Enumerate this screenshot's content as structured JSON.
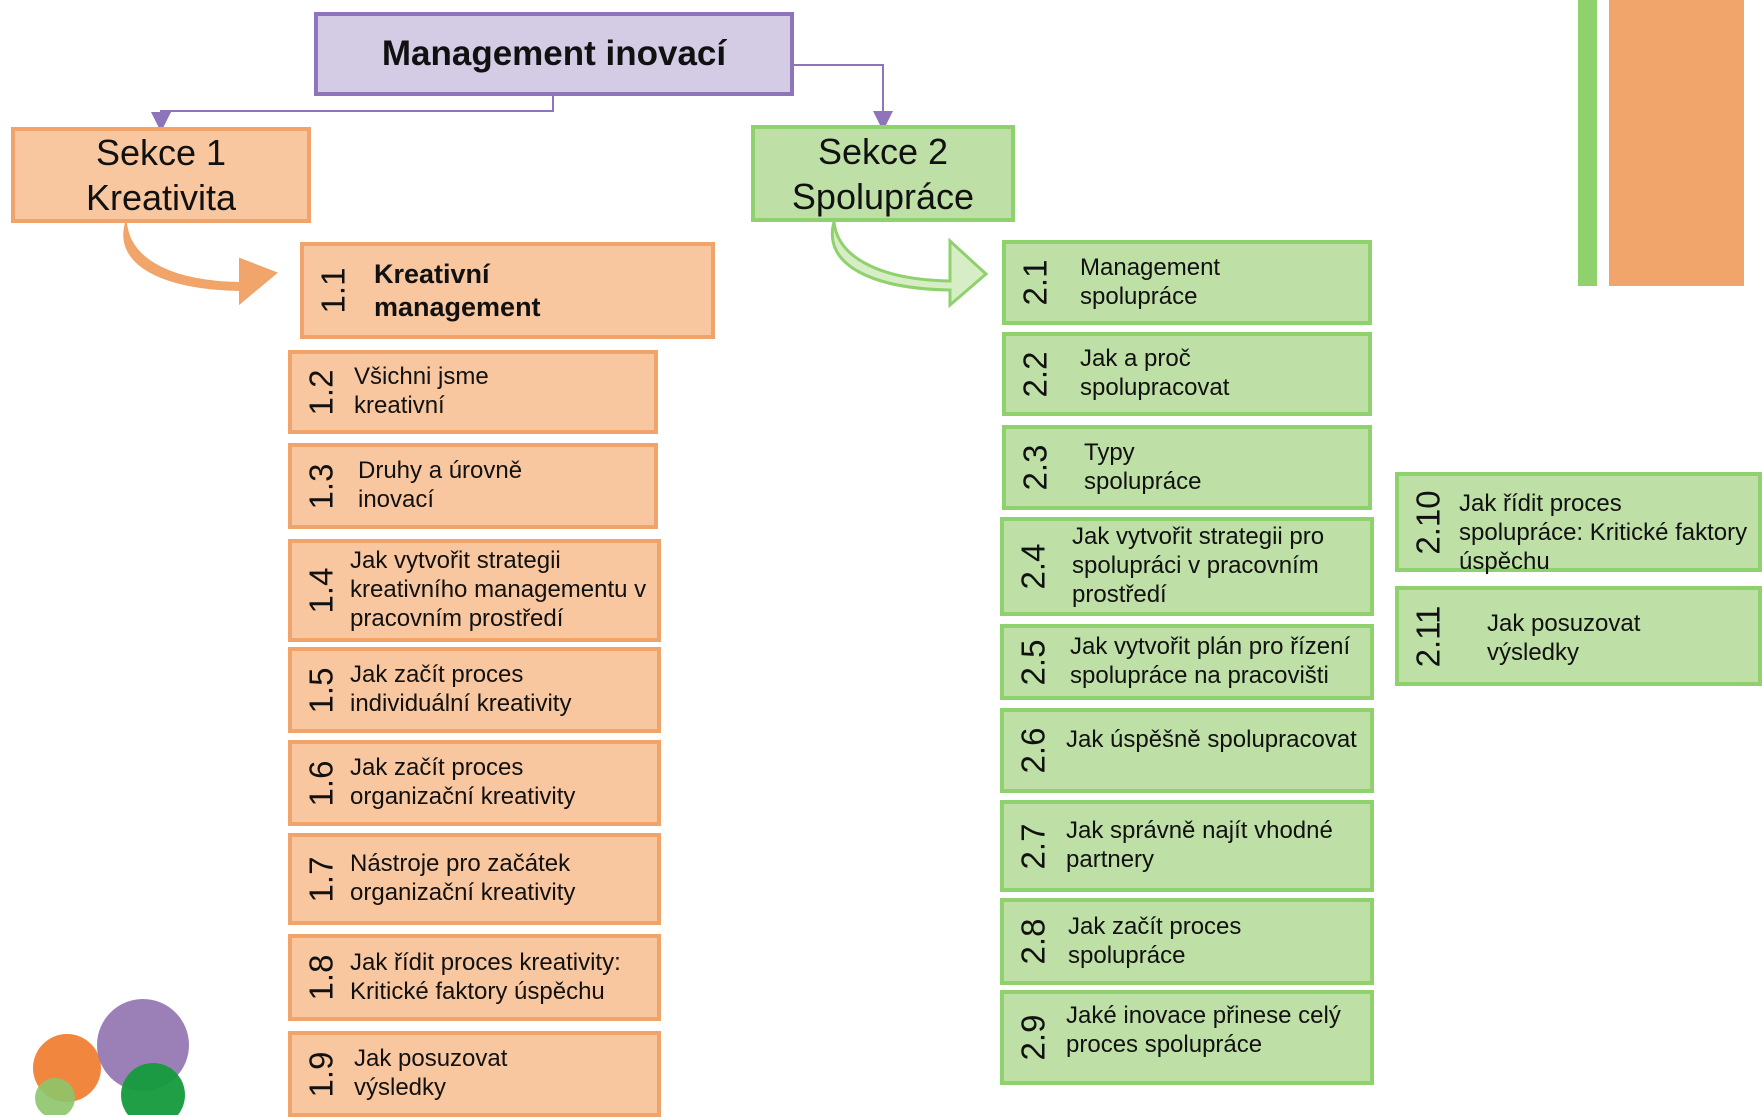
{
  "title": "Management inovací",
  "sections": [
    {
      "title_line1": "Sekce 1",
      "title_line2": "Kreativita",
      "items": [
        {
          "num": "1.1",
          "label": "Kreativní management"
        },
        {
          "num": "1.2",
          "label": "Všichni jsme kreativní"
        },
        {
          "num": "1.3",
          "label": "Druhy a úrovně inovací"
        },
        {
          "num": "1.4",
          "label": "Jak vytvořit strategii kreativního managementu v pracovním prostředí"
        },
        {
          "num": "1.5",
          "label": "Jak začít proces individuální kreativity"
        },
        {
          "num": "1.6",
          "label": "Jak začít proces organizační kreativity"
        },
        {
          "num": "1.7",
          "label": "Nástroje pro začátek organizační kreativity"
        },
        {
          "num": "1.8",
          "label": "Jak řídit proces kreativity: Kritické faktory úspěchu"
        },
        {
          "num": "1.9",
          "label": "Jak posuzovat výsledky"
        }
      ]
    },
    {
      "title_line1": "Sekce 2",
      "title_line2": "Spolupráce",
      "items": [
        {
          "num": "2.1",
          "label": "Management spolupráce"
        },
        {
          "num": "2.2",
          "label": "Jak a proč spolupracovat"
        },
        {
          "num": "2.3",
          "label": "Typy spolupráce"
        },
        {
          "num": "2.4",
          "label": "Jak vytvořit strategii pro spolupráci v pracovním prostředí"
        },
        {
          "num": "2.5",
          "label": "Jak vytvořit plán pro řízení spolupráce na pracovišti"
        },
        {
          "num": "2.6",
          "label": "Jak úspěšně spolupracovat"
        },
        {
          "num": "2.7",
          "label": "Jak správně najít vhodné partnery"
        },
        {
          "num": "2.8",
          "label": "Jak začít proces spolupráce"
        },
        {
          "num": "2.9",
          "label": "Jaké inovace přinese celý proces spolupráce"
        },
        {
          "num": "2.10",
          "label": "Jak řídit proces spolupráce: Kritické faktory úspěchu"
        },
        {
          "num": "2.11",
          "label": "Jak posuzovat výsledky"
        }
      ]
    }
  ],
  "colors": {
    "root_fill": "#d4cbe5",
    "root_border": "#8e75b9",
    "orange_fill": "#f8c7a0",
    "orange_border": "#f0a469",
    "green_fill": "#bedfa6",
    "green_border": "#8fd16c",
    "connector": "#8e75b9"
  }
}
